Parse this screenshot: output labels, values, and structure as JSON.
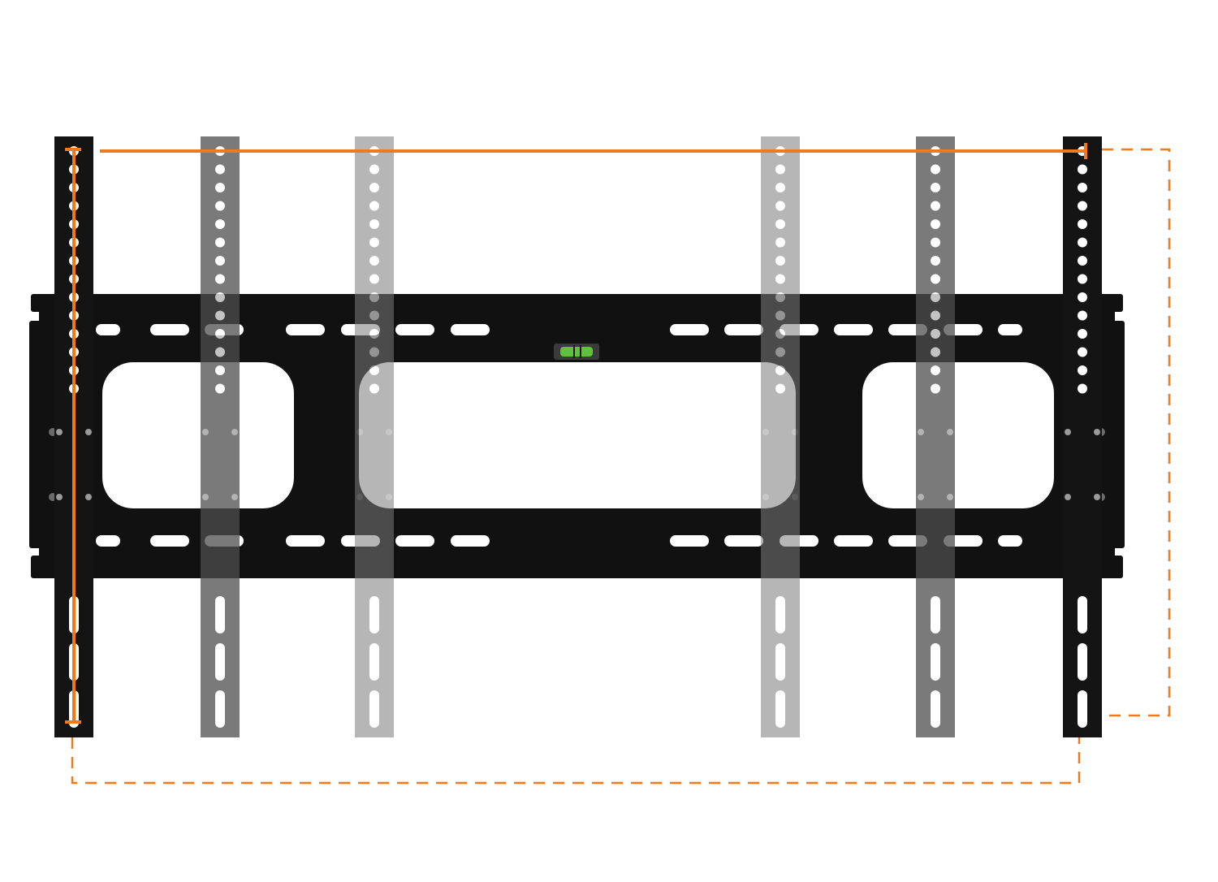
{
  "product": {
    "kind": "tv-wall-mount-bracket",
    "colors": {
      "background": "#ffffff",
      "plate": "#111111",
      "plate_highlight": "#2a2a2a",
      "arm_dark": "#141414",
      "arm_mid": "#4e4e4e",
      "arm_light": "#7c7c7c",
      "accent": "#f07a1b",
      "level_vial": "#5ec23a"
    },
    "arm_opacity_steps": [
      1.0,
      0.75,
      0.55
    ],
    "slot_counts": {
      "plate_rows": 2,
      "arm_holes": 14,
      "arm_slots": 3
    },
    "annotations": {
      "max_width_marker": "solid-orange-line",
      "max_height_marker": "solid-orange-line",
      "vesa_range_outline": "dashed-orange-box"
    }
  }
}
